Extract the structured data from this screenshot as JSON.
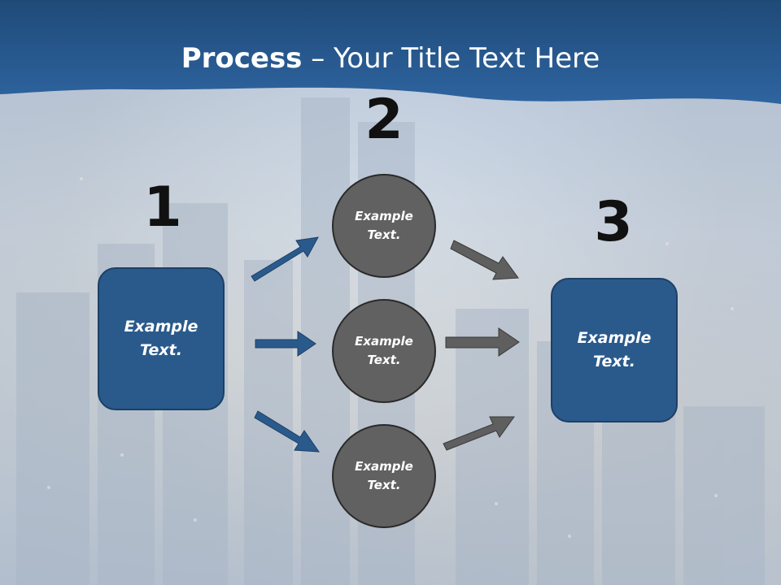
{
  "title": {
    "bold": "Process",
    "rest": " – Your Title Text Here"
  },
  "steps": {
    "one": "1",
    "two": "2",
    "three": "3"
  },
  "left_box": {
    "line1": "Example",
    "line2": "Text."
  },
  "right_box": {
    "line1": "Example",
    "line2": "Text."
  },
  "circles": [
    {
      "line1": "Example",
      "line2": "Text."
    },
    {
      "line1": "Example",
      "line2": "Text."
    },
    {
      "line1": "Example",
      "line2": "Text."
    }
  ],
  "colors": {
    "header": "#2a5a8c",
    "box": "#2a5a8c",
    "circle": "#616161",
    "arrow_blue": "#2a5a8c",
    "arrow_gray": "#5f5f5f"
  }
}
